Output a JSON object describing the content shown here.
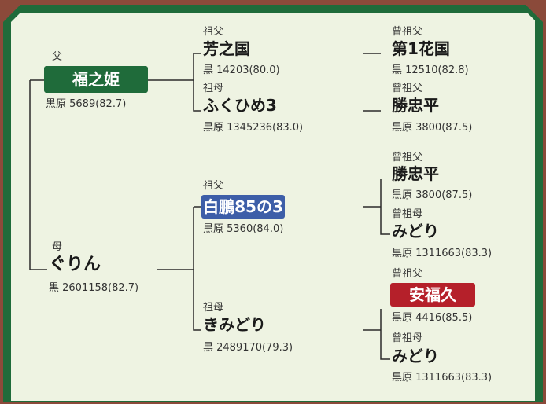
{
  "colors": {
    "frame": "#8b4a3a",
    "border_green": "#1f6b3a",
    "background": "#eef3e2",
    "sire_box": "#1f6b3a",
    "grandsire_box": "#3d5ea8",
    "great_grandsire_box": "#b5202a"
  },
  "sire": {
    "relation": "父",
    "name": "福之姫",
    "registration": "黒原 5689(82.7)"
  },
  "sire_sire": {
    "relation": "祖父",
    "name": "芳之国",
    "registration": "黒 14203(80.0)"
  },
  "sire_dam": {
    "relation": "祖母",
    "name": "ふくひめ3",
    "registration": "黒原 1345236(83.0)"
  },
  "sire_sire_sire": {
    "relation": "曾祖父",
    "name": "第1花国",
    "registration": "黒 12510(82.8)"
  },
  "sire_dam_sire": {
    "relation": "曾祖父",
    "name": "勝忠平",
    "registration": "黒原 3800(87.5)"
  },
  "dam": {
    "relation": "母",
    "name": "ぐりん",
    "registration": "黒 2601158(82.7)"
  },
  "dam_sire": {
    "relation": "祖父",
    "name": "白鵬85の3",
    "registration": "黒原 5360(84.0)"
  },
  "dam_dam": {
    "relation": "祖母",
    "name": "きみどり",
    "registration": "黒 2489170(79.3)"
  },
  "dam_sire_sire": {
    "relation": "曾祖父",
    "name": "勝忠平",
    "registration": "黒原 3800(87.5)"
  },
  "dam_sire_dam": {
    "relation": "曾祖母",
    "name": "みどり",
    "registration": "黒原 1311663(83.3)"
  },
  "dam_dam_sire": {
    "relation": "曾祖父",
    "name": "安福久",
    "registration": "黒原 4416(85.5)"
  },
  "dam_dam_dam": {
    "relation": "曾祖母",
    "name": "みどり",
    "registration": "黒原 1311663(83.3)"
  }
}
